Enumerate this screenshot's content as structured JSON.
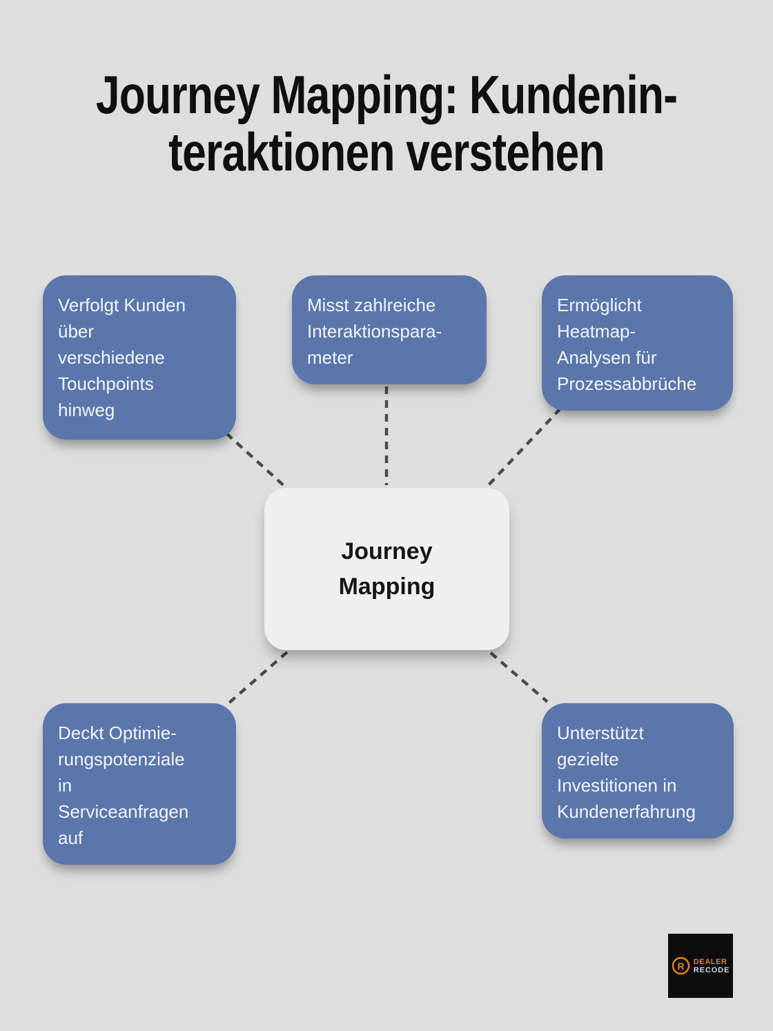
{
  "title": "Journey Mapping: Kundenin-\nteraktionen verstehen",
  "center_node": {
    "label": "Journey\nMapping"
  },
  "nodes": [
    {
      "id": "top-left",
      "text": "Verfolgt Kunden\nüber\nverschiedene\nTouchpoints\nhinweg"
    },
    {
      "id": "top-center",
      "text": "Misst zahlreiche\nInteraktionspara-\nmeter"
    },
    {
      "id": "top-right",
      "text": "Ermöglicht\nHeatmap-\nAnalysen für\nProzessabbrüche"
    },
    {
      "id": "bottom-left",
      "text": "Deckt Optimie-\nrungspotenziale\nin\nServiceanfragen\nauf"
    },
    {
      "id": "bottom-right",
      "text": "Unterstützt\ngezielte\nInvestitionen in\nKundenerfahrung"
    }
  ],
  "logo": {
    "brand_top": "DEALER",
    "brand_bottom": "RECODE",
    "icon_letter": "R"
  },
  "colors": {
    "background": "#dedede",
    "node_fill": "#5b76ab",
    "node_text": "#f3f5f8",
    "center_fill": "#efefef",
    "title_text": "#0f0f0f",
    "connector": "#4a4a4a",
    "logo_background": "#0d0d0d",
    "logo_orange": "#e8831d",
    "logo_gray": "#d9d9d9"
  }
}
